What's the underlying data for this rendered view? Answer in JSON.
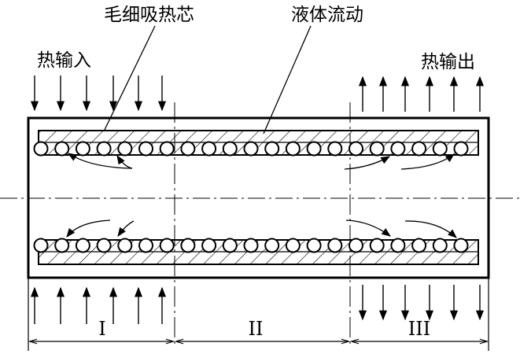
{
  "labels": {
    "wick": "毛细吸热芯",
    "flow": "液体流动",
    "heat_in": "热输入",
    "heat_out": "热输出"
  },
  "sections": [
    "I",
    "II",
    "III"
  ],
  "colors": {
    "ink": "#000000",
    "background": "#ffffff"
  }
}
